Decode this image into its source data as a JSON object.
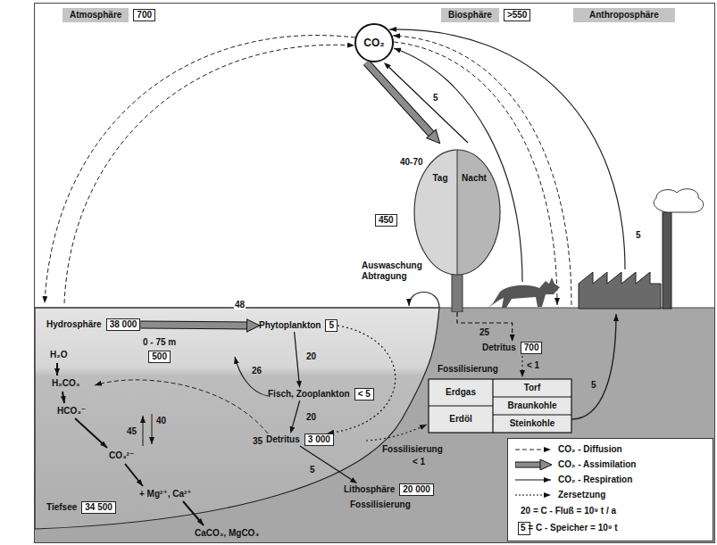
{
  "diagram": {
    "nodes": [
      {
        "text": [
          "Atmosphäre",
          "700"
        ]
      },
      {
        "text": [
          "Biosphäre",
          ">550"
        ]
      },
      {
        "text": [
          "Anthroposphäre"
        ]
      },
      {
        "text": [
          "CO₂"
        ]
      },
      {
        "text": [
          "Tag",
          "Nacht"
        ]
      },
      {
        "text": [
          "450"
        ]
      },
      {
        "text": [
          "Hydrosphäre",
          "38 000"
        ]
      },
      {
        "text": [
          "Phytoplankton",
          "5"
        ]
      },
      {
        "text": [
          "0 - 75 m",
          "500"
        ]
      },
      {
        "text": [
          "Fisch, Zooplankton",
          "< 5"
        ]
      },
      {
        "text": [
          "Detritus",
          "3 000"
        ]
      },
      {
        "text": [
          "Tiefsee",
          "34 500"
        ]
      },
      {
        "text": [
          "Lithosphäre",
          "20 000"
        ]
      },
      {
        "text": [
          "Detritus",
          "700"
        ]
      }
    ],
    "edges": [
      {
        "from": 3,
        "to": 4,
        "arrow": "to",
        "label": "40-70"
      },
      {
        "from": 4,
        "to": 3,
        "arrow": "to",
        "label": "5"
      },
      {
        "from": 6,
        "to": 7,
        "arrow": "to",
        "label": "48"
      },
      {
        "from": 7,
        "to": 9,
        "arrow": "to",
        "label": "20"
      },
      {
        "from": 9,
        "to": 10,
        "arrow": "to",
        "label": "20"
      },
      {
        "from": 10,
        "to": 12,
        "arrow": "to",
        "label": "5"
      },
      {
        "from": 4,
        "to": 13,
        "arrow": "to",
        "label": "25"
      },
      {
        "from": 7,
        "to": 10,
        "arrow": "to"
      }
    ],
    "labels": [
      "Auswaschung Abtragung",
      "H₂O",
      "H₂CO₃",
      "HCO₃⁻",
      "CO₃²⁻",
      "+ Mg²⁺, Ca²⁺",
      "CaCO₃, MgCO₃",
      "26",
      "35",
      "45",
      "40",
      "Fossilisierung",
      "< 1",
      "Fossilisierung",
      "Fossilisierung",
      "Erdgas",
      "Torf",
      "Erdöl",
      "Braunkohle",
      "Steinkohle",
      "< 1",
      "5",
      "5"
    ],
    "legend": [
      {
        "text": "CO₂ - Diffusion"
      },
      {
        "text": "CO₂ - Assimilation"
      },
      {
        "text": "CO₂ - Respiration"
      },
      {
        "text": "Zersetzung"
      },
      {
        "text": "20 = C - Fluß = 10⁹ t / a"
      },
      {
        "text": "5 = C - Speicher = 10⁹ t"
      }
    ]
  }
}
